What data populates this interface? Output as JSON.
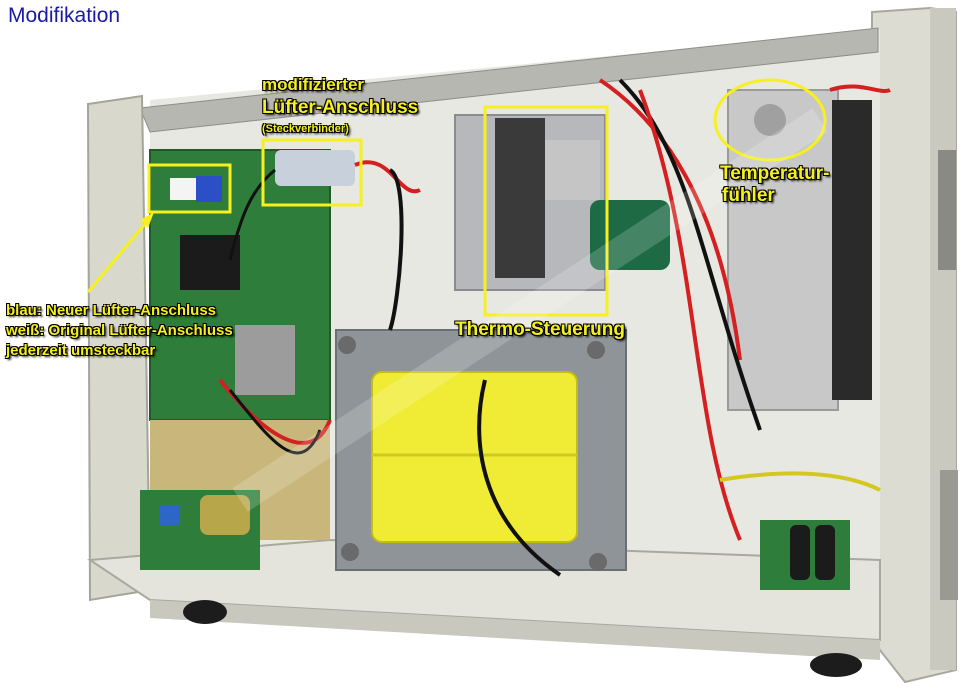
{
  "title": "Modifikation",
  "annotations": {
    "fan_connector_heading_1": "modifizierter",
    "fan_connector_heading_2": "Lüfter-Anschluss",
    "fan_connector_sub": "(Steckverbinder)",
    "temperature_sensor_1": "Temperatur-",
    "temperature_sensor_2": "fühler",
    "thermo_control": "Thermo-Steuerung",
    "legend_line_1": "blau: Neuer Lüfter-Anschluss",
    "legend_line_2": "weiß: Original Lüfter-Anschluss",
    "legend_line_3": "jederzeit umsteckbar"
  },
  "colors": {
    "annotation_yellow": "#f5f01e",
    "title_blue": "#1a1aa6"
  }
}
